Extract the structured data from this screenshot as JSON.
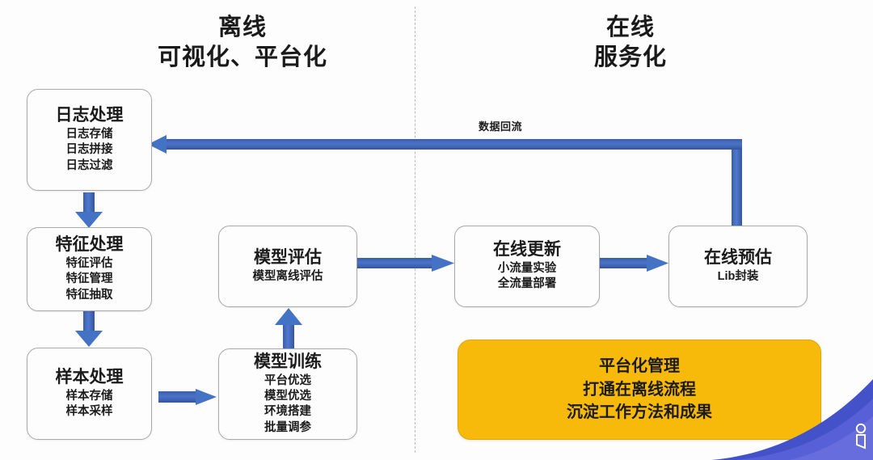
{
  "titles": {
    "offline": {
      "line1": "离线",
      "line2": "可视化、平台化"
    },
    "online": {
      "line1": "在线",
      "line2": "服务化"
    }
  },
  "nodes": [
    {
      "id": "log-processing",
      "title": "日志处理",
      "subs": [
        "日志存储",
        "日志拼接",
        "日志过滤"
      ]
    },
    {
      "id": "feature-processing",
      "title": "特征处理",
      "subs": [
        "特征评估",
        "特征管理",
        "特征抽取"
      ]
    },
    {
      "id": "sample-processing",
      "title": "样本处理",
      "subs": [
        "样本存储",
        "样本采样"
      ]
    },
    {
      "id": "model-training",
      "title": "模型训练",
      "subs": [
        "平台优选",
        "模型优选",
        "环境搭建",
        "批量调参"
      ]
    },
    {
      "id": "model-evaluation",
      "title": "模型评估",
      "subs": [
        "模型离线评估"
      ]
    },
    {
      "id": "online-update",
      "title": "在线更新",
      "subs": [
        "小流量实验",
        "全流量部署"
      ]
    },
    {
      "id": "online-prediction",
      "title": "在线预估",
      "subs": [
        "Lib封装"
      ]
    }
  ],
  "platform_box": {
    "lines": [
      "平台化管理",
      "打通在离线流程",
      "沉淀工作方法和成果"
    ],
    "fill": "#f7b90a"
  },
  "connectors": {
    "feedback_label": "数据回流",
    "color": "#4472c4"
  },
  "decoration": {
    "swoosh_color": "#3c4fd0",
    "logo_name": "corner-logo-mark"
  }
}
